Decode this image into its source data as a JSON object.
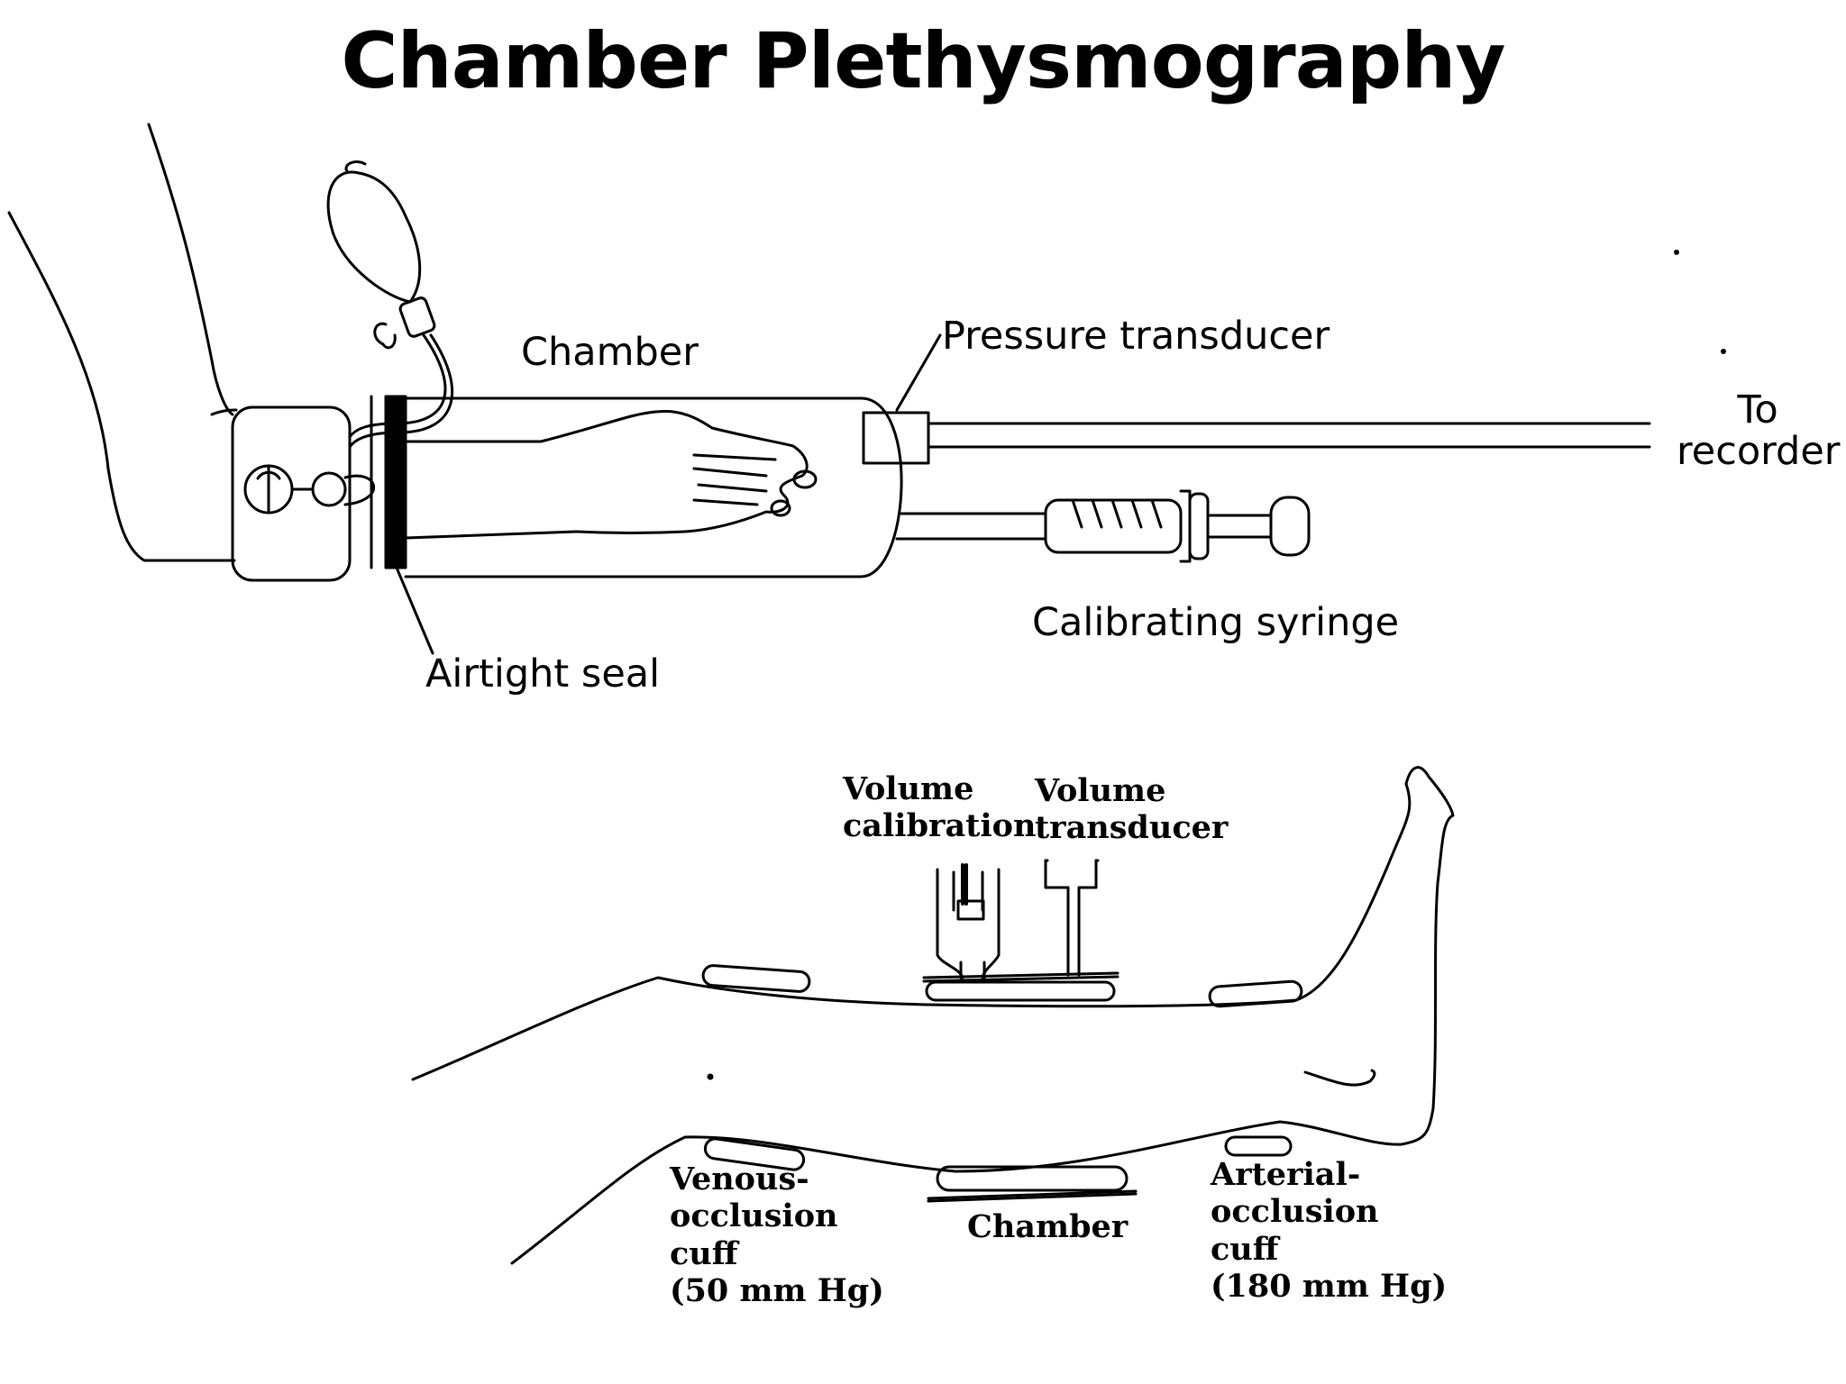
{
  "title": "Chamber Plethysmography",
  "upper_diagram": {
    "chamber": "Chamber",
    "pressure_transducer": "Pressure transducer",
    "to_recorder": [
      "To",
      "recorder"
    ],
    "calibrating_syringe": "Calibrating syringe",
    "airtight_seal": "Airtight seal"
  },
  "lower_diagram": {
    "volume_calibration": [
      "Volume",
      "calibration"
    ],
    "volume_transducer": [
      "Volume",
      "transducer"
    ],
    "venous_cuff": [
      "Venous-",
      "occlusion",
      "cuff",
      "(50 mm Hg)"
    ],
    "chamber": "Chamber",
    "arterial_cuff": [
      "Arterial-",
      "occlusion",
      "cuff",
      "(180 mm Hg)"
    ]
  },
  "colors": {
    "ink": "#000000",
    "background": "#ffffff"
  }
}
